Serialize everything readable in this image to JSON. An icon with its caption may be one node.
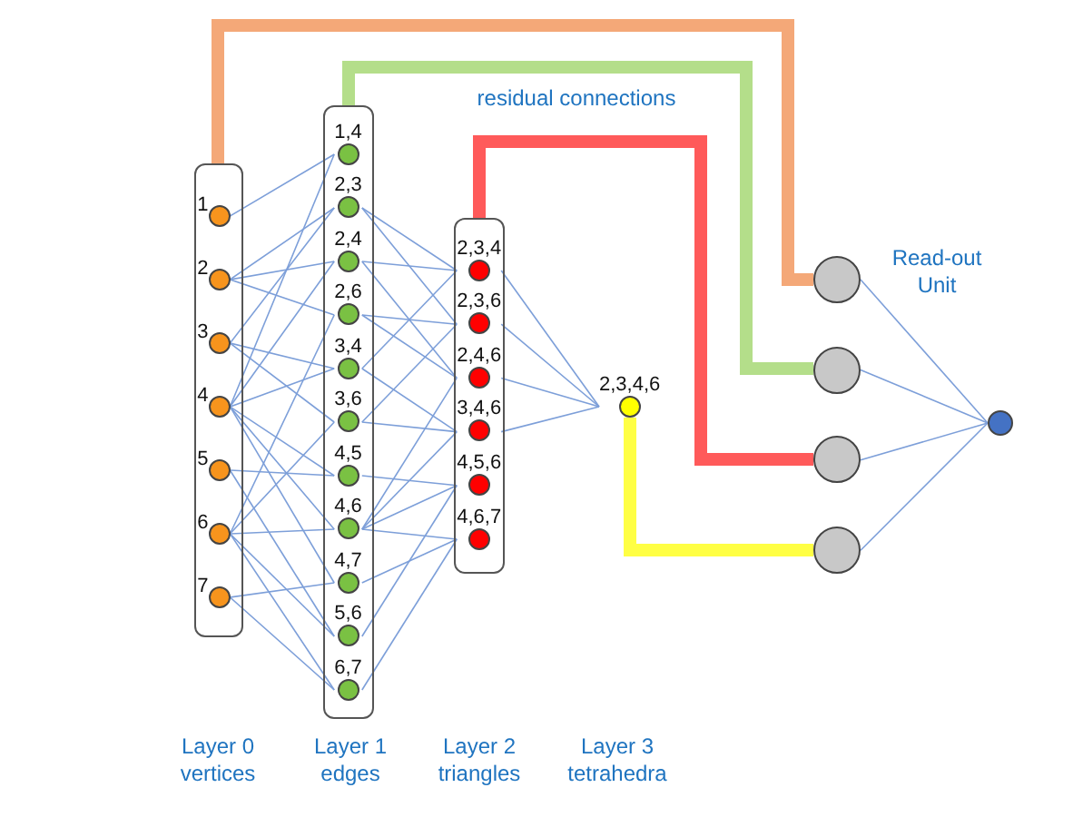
{
  "diagram": {
    "nodes": [
      {
        "text": [],
        "shape": "box"
      },
      {
        "text": [
          "1"
        ],
        "in": 0
      },
      {
        "text": [
          "2"
        ],
        "in": 0
      },
      {
        "text": [
          "3"
        ],
        "in": 0
      },
      {
        "text": [
          "4"
        ],
        "in": 0
      },
      {
        "text": [
          "5"
        ],
        "in": 0
      },
      {
        "text": [
          "6"
        ],
        "in": 0
      },
      {
        "text": [
          "7"
        ],
        "in": 0
      },
      {
        "text": [],
        "shape": "box"
      },
      {
        "text": [
          "1,4"
        ],
        "in": 8
      },
      {
        "text": [
          "2,3"
        ],
        "in": 8
      },
      {
        "text": [
          "2,4"
        ],
        "in": 8
      },
      {
        "text": [
          "2,6"
        ],
        "in": 8
      },
      {
        "text": [
          "3,4"
        ],
        "in": 8
      },
      {
        "text": [
          "3,6"
        ],
        "in": 8
      },
      {
        "text": [
          "4,5"
        ],
        "in": 8
      },
      {
        "text": [
          "4,6"
        ],
        "in": 8
      },
      {
        "text": [
          "4,7"
        ],
        "in": 8
      },
      {
        "text": [
          "5,6"
        ],
        "in": 8
      },
      {
        "text": [
          "6,7"
        ],
        "in": 8
      },
      {
        "text": [],
        "shape": "box"
      },
      {
        "text": [
          "2,3,4"
        ],
        "in": 20
      },
      {
        "text": [
          "2,3,6"
        ],
        "in": 20
      },
      {
        "text": [
          "2,4,6"
        ],
        "in": 20
      },
      {
        "text": [
          "3,4,6"
        ],
        "in": 20
      },
      {
        "text": [
          "4,5,6"
        ],
        "in": 20
      },
      {
        "text": [
          "4,6,7"
        ],
        "in": 20
      },
      {
        "text": [
          "2,3,4,6"
        ]
      },
      {
        "text": [],
        "shape": "circle"
      },
      {
        "text": [],
        "shape": "circle"
      },
      {
        "text": [],
        "shape": "circle"
      },
      {
        "text": [],
        "shape": "circle"
      },
      {
        "text": [],
        "shape": "circle"
      }
    ],
    "edges": [
      {
        "from": 1,
        "to": 9,
        "arrow": "none"
      },
      {
        "from": 2,
        "to": 10,
        "arrow": "none"
      },
      {
        "from": 2,
        "to": 11,
        "arrow": "none"
      },
      {
        "from": 2,
        "to": 12,
        "arrow": "none"
      },
      {
        "from": 3,
        "to": 10,
        "arrow": "none"
      },
      {
        "from": 3,
        "to": 13,
        "arrow": "none"
      },
      {
        "from": 3,
        "to": 14,
        "arrow": "none"
      },
      {
        "from": 4,
        "to": 9,
        "arrow": "none"
      },
      {
        "from": 4,
        "to": 11,
        "arrow": "none"
      },
      {
        "from": 4,
        "to": 13,
        "arrow": "none"
      },
      {
        "from": 4,
        "to": 15,
        "arrow": "none"
      },
      {
        "from": 4,
        "to": 16,
        "arrow": "none"
      },
      {
        "from": 4,
        "to": 17,
        "arrow": "none"
      },
      {
        "from": 5,
        "to": 15,
        "arrow": "none"
      },
      {
        "from": 5,
        "to": 18,
        "arrow": "none"
      },
      {
        "from": 6,
        "to": 12,
        "arrow": "none"
      },
      {
        "from": 6,
        "to": 14,
        "arrow": "none"
      },
      {
        "from": 6,
        "to": 16,
        "arrow": "none"
      },
      {
        "from": 6,
        "to": 18,
        "arrow": "none"
      },
      {
        "from": 6,
        "to": 19,
        "arrow": "none"
      },
      {
        "from": 7,
        "to": 17,
        "arrow": "none"
      },
      {
        "from": 7,
        "to": 19,
        "arrow": "none"
      },
      {
        "from": 10,
        "to": 21,
        "arrow": "none"
      },
      {
        "from": 10,
        "to": 22,
        "arrow": "none"
      },
      {
        "from": 11,
        "to": 21,
        "arrow": "none"
      },
      {
        "from": 11,
        "to": 23,
        "arrow": "none"
      },
      {
        "from": 12,
        "to": 22,
        "arrow": "none"
      },
      {
        "from": 12,
        "to": 23,
        "arrow": "none"
      },
      {
        "from": 13,
        "to": 21,
        "arrow": "none"
      },
      {
        "from": 13,
        "to": 24,
        "arrow": "none"
      },
      {
        "from": 14,
        "to": 22,
        "arrow": "none"
      },
      {
        "from": 14,
        "to": 24,
        "arrow": "none"
      },
      {
        "from": 15,
        "to": 25,
        "arrow": "none"
      },
      {
        "from": 16,
        "to": 23,
        "arrow": "none"
      },
      {
        "from": 16,
        "to": 24,
        "arrow": "none"
      },
      {
        "from": 16,
        "to": 25,
        "arrow": "none"
      },
      {
        "from": 16,
        "to": 26,
        "arrow": "none"
      },
      {
        "from": 17,
        "to": 26,
        "arrow": "none"
      },
      {
        "from": 18,
        "to": 25,
        "arrow": "none"
      },
      {
        "from": 19,
        "to": 26,
        "arrow": "none"
      },
      {
        "from": 21,
        "to": 27,
        "arrow": "none"
      },
      {
        "from": 22,
        "to": 27,
        "arrow": "none"
      },
      {
        "from": 23,
        "to": 27,
        "arrow": "none"
      },
      {
        "from": 24,
        "to": 27,
        "arrow": "none"
      },
      {
        "from": 0,
        "to": 28,
        "arrow": "none",
        "style": "thick",
        "color": "#f4a878"
      },
      {
        "from": 8,
        "to": 29,
        "arrow": "none",
        "style": "thick",
        "color": "#b4de8a"
      },
      {
        "from": 20,
        "to": 30,
        "arrow": "none",
        "style": "thick",
        "color": "#ff5a5a"
      },
      {
        "from": 27,
        "to": 31,
        "arrow": "none",
        "style": "thick",
        "color": "#ffff44"
      },
      {
        "from": 28,
        "to": 32,
        "arrow": "none"
      },
      {
        "from": 29,
        "to": 32,
        "arrow": "none"
      },
      {
        "from": 30,
        "to": 32,
        "arrow": "none"
      },
      {
        "from": 31,
        "to": 32,
        "arrow": "none"
      }
    ],
    "labels": [
      "residual connections",
      "Read-out Unit",
      "Layer 0 vertices",
      "Layer 1 edges",
      "Layer 2 triangles",
      "Layer 3 tetrahedra"
    ]
  }
}
